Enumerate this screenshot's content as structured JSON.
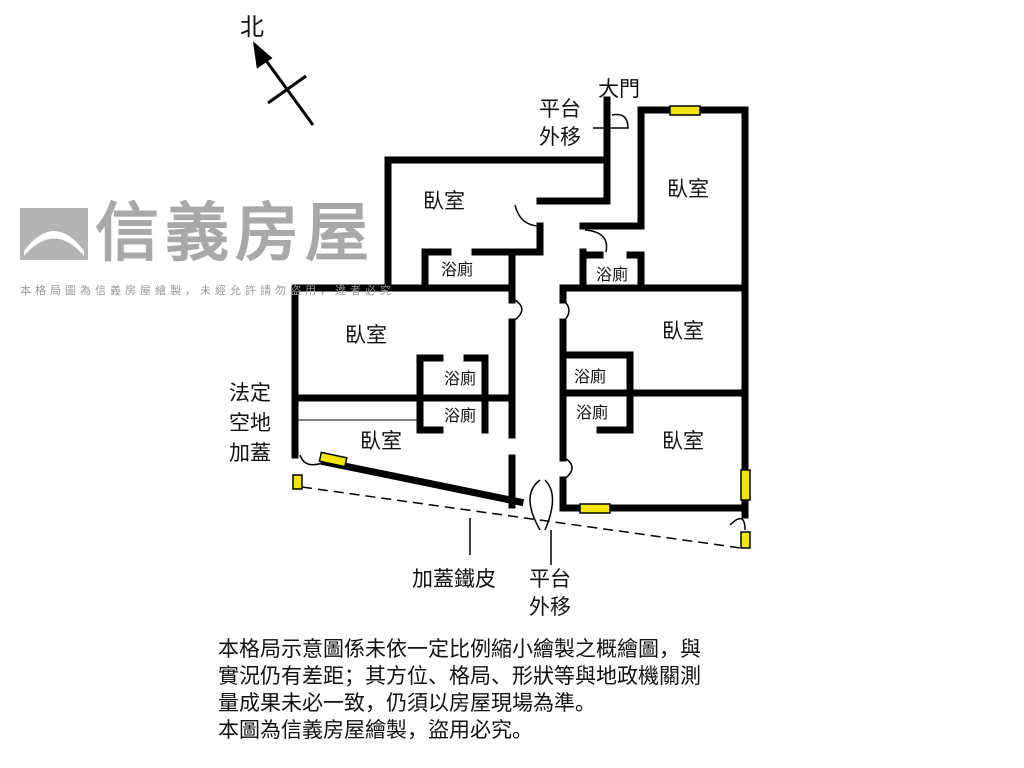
{
  "compass": {
    "north_label": "北"
  },
  "rooms": {
    "bedroom": "臥室",
    "bathroom": "浴廁"
  },
  "labels": {
    "main_door": "大門",
    "platform_top": [
      "平台",
      "外移"
    ],
    "legal_space": [
      "法定",
      "空地",
      "加蓋"
    ],
    "iron_roof": "加蓋鐵皮",
    "platform_bottom": [
      "平台",
      "外移"
    ]
  },
  "watermark": {
    "brand": "信義房屋",
    "notice": "本格局圖為信義房屋繪製，未經允許請勿盜用，違者必究"
  },
  "disclaimer": [
    "本格局示意圖係未依一定比例縮小繪製之概繪圖，與",
    "實況仍有差距；其方位、格局、形狀等與地政機關測",
    "量成果未必一致，仍須以房屋現場為準。",
    "本圖為信義房屋繪製，盜用必究。"
  ],
  "colors": {
    "wall": "#000000",
    "window": "#f2e600",
    "watermark": "#9a9a9a"
  }
}
